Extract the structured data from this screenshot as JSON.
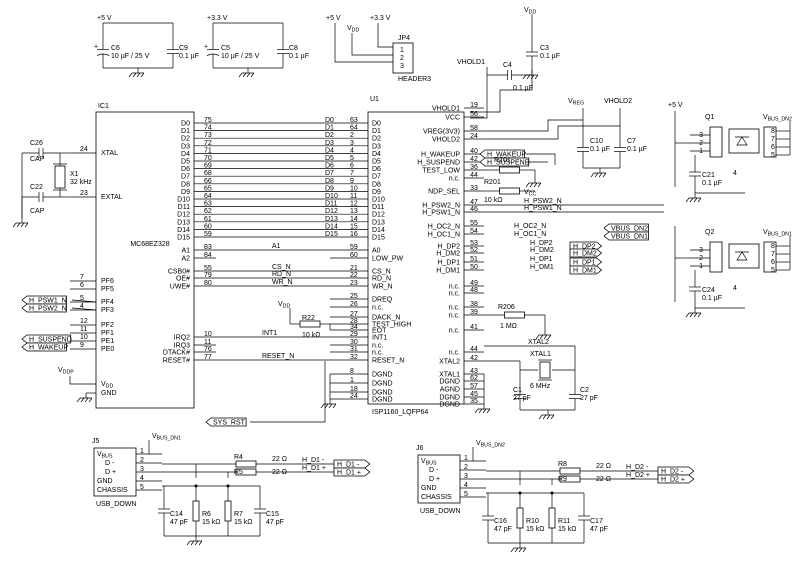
{
  "power_caps": [
    {
      "rail": "+5 V",
      "pol": "C6",
      "pol_val": "10 µF / 25 V",
      "cer": "C9",
      "cer_val": "0.1 µF"
    },
    {
      "rail": "+3.3 V",
      "pol": "C5",
      "pol_val": "10 µF / 25 V",
      "cer": "C8",
      "cer_val": "0.1 µF"
    }
  ],
  "jp4": {
    "name": "JP4",
    "part": "HEADER3",
    "pins": [
      "1",
      "2",
      "3"
    ],
    "rail_a": "+5 V",
    "rail_b": "V",
    "rail_b_sub": "DD",
    "rail_c": "+3.3 V"
  },
  "top_caps": {
    "vdd_label": "V",
    "vdd_sub": "DD",
    "c3": "C3",
    "c3_val": "0.1 µF",
    "c4": "C4",
    "c4_val": "0.1 µF",
    "vhold1": "VHOLD1"
  },
  "ic1": {
    "ref": "IC1",
    "part": "MC68EZ328",
    "left_pins": [
      "XTAL",
      "EXTAL",
      "PF6",
      "PF5",
      "PF4",
      "PF3",
      "PF2",
      "PF1",
      "PE1",
      "PE0",
      "V",
      "GND"
    ],
    "left_nums": [
      "24",
      "23",
      "7",
      "6",
      "5",
      "4",
      "12",
      "11",
      "10",
      "9"
    ],
    "vdd_sub": "DD",
    "right_pins": [
      "D0",
      "D1",
      "D2",
      "D3",
      "D4",
      "D5",
      "D6",
      "D7",
      "D8",
      "D9",
      "D10",
      "D11",
      "D12",
      "D13",
      "D14",
      "D15",
      "A1",
      "A2",
      "CSB0#",
      "OE#",
      "UWE#",
      "IRQ2",
      "IRQ3",
      "DTACK#",
      "RESET#"
    ],
    "right_nums": [
      "75",
      "74",
      "73",
      "72",
      "71",
      "70",
      "69",
      "68",
      "66",
      "65",
      "64",
      "63",
      "62",
      "61",
      "60",
      "59",
      "83",
      "84",
      "55",
      "79",
      "80",
      "10",
      "11",
      "76",
      "77"
    ]
  },
  "xtal1": {
    "c26": "C26",
    "c26_val": "CAP",
    "c22": "C22",
    "c22_val": "CAP",
    "x1": "X1",
    "x1_val": "32 kHz"
  },
  "bus_labels": {
    "data": [
      "D0",
      "D1",
      "D2",
      "D3",
      "D4",
      "D5",
      "D6",
      "D7",
      "D8",
      "D9",
      "D10",
      "D11",
      "D12",
      "D13",
      "D14",
      "D15"
    ],
    "a1": "A1",
    "cs": "CS_N",
    "rd": "RD_N",
    "wr": "WR_N",
    "int1": "INT1",
    "reset": "RESET_N"
  },
  "u1": {
    "ref": "U1",
    "part": "ISP1160_LQFP64",
    "left_pins": [
      "D0",
      "D1",
      "D2",
      "D3",
      "D4",
      "D5",
      "D6",
      "D7",
      "D8",
      "D9",
      "D10",
      "D11",
      "D12",
      "D13",
      "D14",
      "D15",
      "A0",
      "LOW_PW",
      "CS_N",
      "RD_N",
      "WR_N",
      "DREQ",
      "n.c.",
      "DACK_N",
      "TEST_HIGH",
      "EOT",
      "INT1",
      "n.c.",
      "n.c.",
      "RESET_N",
      "DGND",
      "DGND",
      "DGND",
      "DGND"
    ],
    "left_nums": [
      "63",
      "64",
      "2",
      "3",
      "4",
      "5",
      "6",
      "7",
      "9",
      "10",
      "11",
      "12",
      "13",
      "14",
      "15",
      "16",
      "59",
      "60",
      "21",
      "22",
      "23",
      "25",
      "26",
      "27",
      "28",
      "34",
      "29",
      "30",
      "31",
      "32",
      "8",
      "1",
      "18",
      "24"
    ],
    "right_pins": [
      "VHOLD1",
      "VCC",
      "VREG(3V3)",
      "VHOLD2",
      "H_WAKEUP",
      "H_SUSPEND",
      "TEST_LOW",
      "n.c.",
      "NDP_SEL",
      "H_PSW2_N",
      "H_PSW1_N",
      "H_OC2_N",
      "H_OC1_N",
      "H_DP2",
      "H_DM2",
      "H_DP1",
      "H_DM1",
      "n.c.",
      "n.c.",
      "n.c.",
      "n.c.",
      "n.c.",
      "n.c.",
      "XTAL2",
      "XTAL1",
      "DGND",
      "AGND",
      "DGND",
      "DGND"
    ],
    "right_nums": [
      "19",
      "56",
      "58",
      "24",
      "40",
      "42",
      "36",
      "44",
      "33",
      "47",
      "46",
      "55",
      "54",
      "53",
      "52",
      "51",
      "50",
      "49",
      "48",
      "38",
      "39",
      "41",
      "44",
      "42",
      "43",
      "62",
      "57",
      "45",
      "35"
    ]
  },
  "u1_net_labels": {
    "vreg": "V",
    "vreg_sub": "REG",
    "vhold2": "VHOLD2",
    "h_wakeup": "H_WAKEUP",
    "h_suspend": "H_SUSPEND",
    "r201a": "R201",
    "r201a_val": "10 kΩ",
    "r201b": "R201",
    "r201b_val": "10 kΩ",
    "vcc": "V",
    "vcc_sub": "CC",
    "h_psw2": "H_PSW2_N",
    "h_psw1": "H_PSW1_N",
    "oc2": "H_OC2_N",
    "oc1": "H_OC1_N",
    "vbus_dn2": "VBUS_DN2",
    "vbus_dn1": "VBUS_DN1",
    "dp2": "H_DP2",
    "dm2": "H_DM2",
    "dp1": "H_DP1",
    "dm1": "H_DM1",
    "r206": "R206",
    "r206_val": "1 MΩ",
    "xtal2": "XTAL2",
    "c10": "C10",
    "c10_val": "0.1 µF",
    "c7": "C7",
    "c7_val": "0.1 µF"
  },
  "xtal_u1": {
    "ref": "XTAL1",
    "val": "6 MHz",
    "c1": "C1",
    "c1_val": "27 pF",
    "c2": "C2",
    "c2_val": "27 pF"
  },
  "misc": {
    "r22": "R22",
    "r22_val": "10 kΩ",
    "vdd": "V",
    "vdd_sub": "DD",
    "sys_rst": "SYS_RST",
    "vddp": "V",
    "vddp_sub": "DDP",
    "pf_labels": [
      "H_PSW1_N",
      "H_PSW2_N",
      "H_SUSPEND",
      "H_WAKEUP"
    ]
  },
  "power_switches": [
    {
      "ref": "Q1",
      "rail": "+5 V",
      "out": "V",
      "out_sub": "BUS_DN2",
      "pins": [
        "3",
        "2",
        "1",
        "8",
        "7",
        "6",
        "5"
      ],
      "cap": "C21",
      "cap_val": "0.1 µF",
      "tab": "4"
    },
    {
      "ref": "Q2",
      "rail": "",
      "out": "V",
      "out_sub": "BUS_DN1",
      "pins": [
        "3",
        "2",
        "1",
        "8",
        "7",
        "6",
        "5"
      ],
      "cap": "C24",
      "cap_val": "0.1 µF",
      "tab": "4"
    }
  ],
  "usb_ports": [
    {
      "ref": "J5",
      "name": "USB_DOWN",
      "vbus": "V",
      "vbus_sub": "BUS_DN1",
      "pins": [
        "VBUS",
        "D -",
        "D +",
        "GND",
        "CHASSIS"
      ],
      "nums": [
        "1",
        "2",
        "3",
        "4",
        "5"
      ],
      "ra": "R4",
      "ra_val": "22 Ω",
      "rb": "R5",
      "rb_val": "22 Ω",
      "net_m": "H_D1 -",
      "net_p": "H_D1 +",
      "flag_m": "H_D1 -",
      "flag_p": "H_D1 +",
      "caps": [
        {
          "ref": "C14",
          "val": "47 pF"
        },
        {
          "ref": "R6",
          "val": "15 kΩ"
        },
        {
          "ref": "R7",
          "val": "15 kΩ"
        },
        {
          "ref": "C15",
          "val": "47 pF"
        }
      ]
    },
    {
      "ref": "J6",
      "name": "USB_DOWN",
      "vbus": "V",
      "vbus_sub": "BUS_DN2",
      "pins": [
        "VBUS",
        "D -",
        "D +",
        "GND",
        "CHASSIS"
      ],
      "nums": [
        "1",
        "2",
        "3",
        "4",
        "5"
      ],
      "ra": "R8",
      "ra_val": "22 Ω",
      "rb": "R9",
      "rb_val": "22 Ω",
      "net_m": "H_D2 -",
      "net_p": "H_D2 +",
      "flag_m": "H_D2 -",
      "flag_p": "H_D2 +",
      "caps": [
        {
          "ref": "C16",
          "val": "47 pF"
        },
        {
          "ref": "R10",
          "val": "15 kΩ"
        },
        {
          "ref": "R11",
          "val": "15 kΩ"
        },
        {
          "ref": "C17",
          "val": "47 pF"
        }
      ]
    }
  ]
}
